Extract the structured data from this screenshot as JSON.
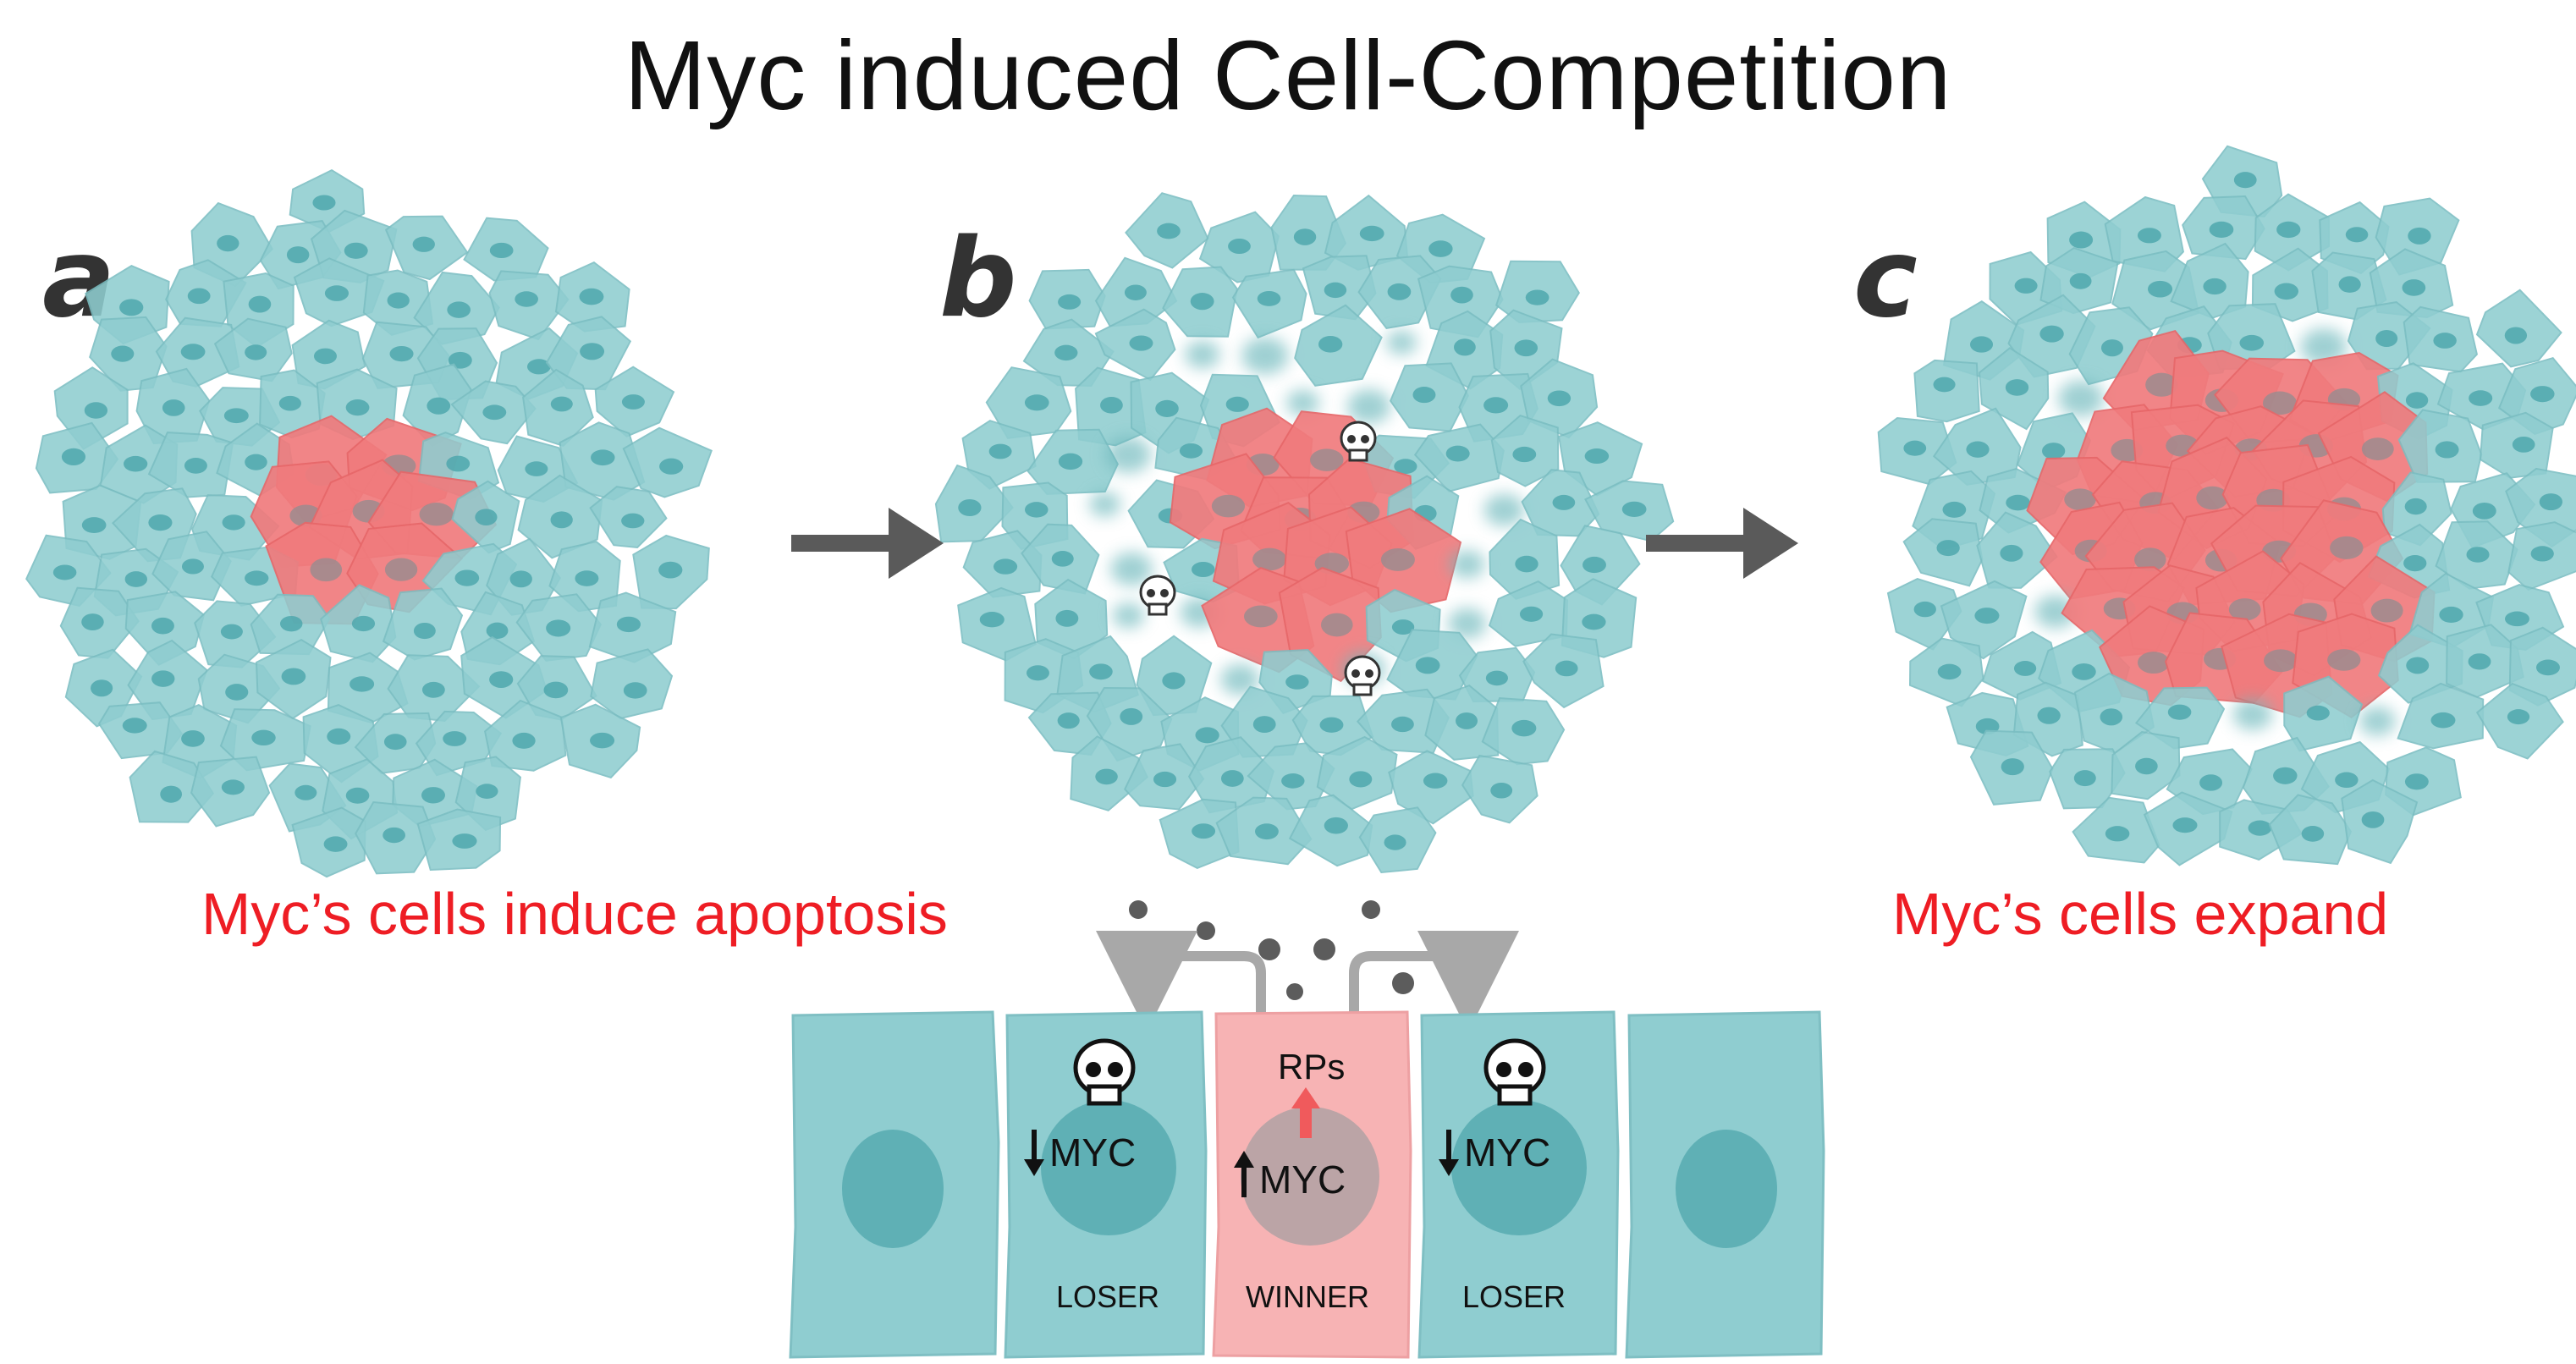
{
  "title": "Myc induced Cell-Competition",
  "panels": [
    {
      "letter": "a"
    },
    {
      "letter": "b"
    },
    {
      "letter": "c"
    }
  ],
  "captions": {
    "left": "Myc’s cells induce apoptosis",
    "right": "Myc’s cells expand"
  },
  "schematic": {
    "winner_top": "RPs",
    "loser_gene": "MYC",
    "winner_gene": "MYC",
    "labels": [
      "LOSER",
      "WINNER",
      "LOSER"
    ]
  },
  "colors": {
    "teal_cell": "#8fcdd0",
    "teal_nucleus": "#4fa7ad",
    "pink_cell": "#f07b7d",
    "pink_nucleus": "#9c8b8e",
    "arrow": "#5a5a5a",
    "caption_red": "#ee1d24"
  }
}
